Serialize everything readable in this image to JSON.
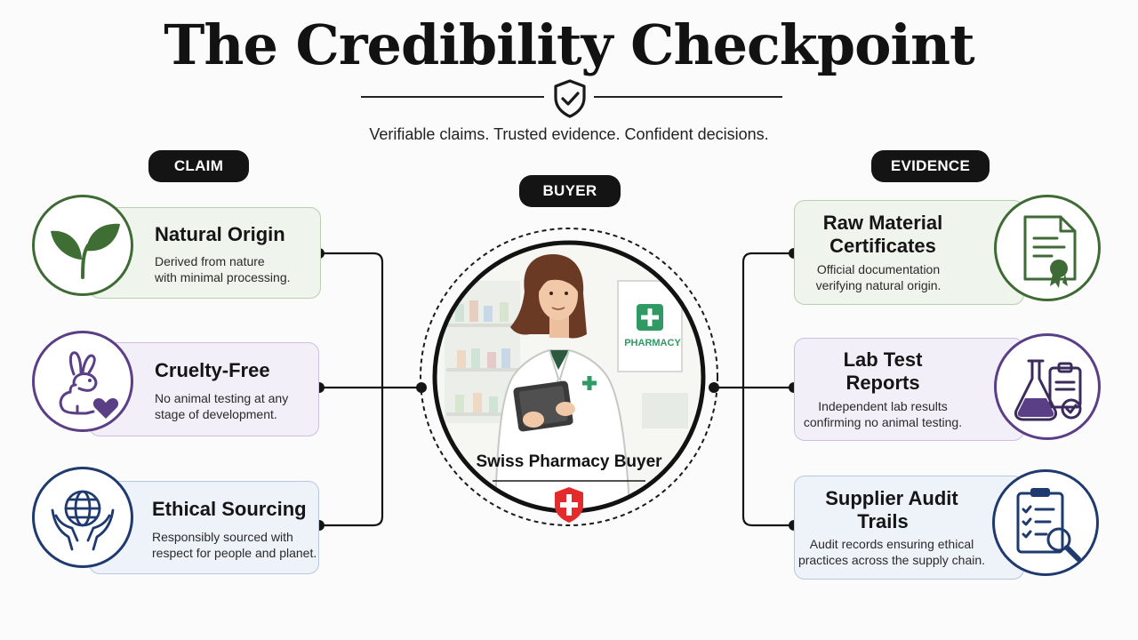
{
  "header": {
    "title": "The Credibility Checkpoint",
    "subtitle": "Verifiable claims. Trusted evidence. Confident decisions."
  },
  "labels": {
    "claim": "CLAIM",
    "buyer": "BUYER",
    "evidence": "EVIDENCE"
  },
  "claims": [
    {
      "title": "Natural Origin",
      "desc1": "Derived from nature",
      "desc2": "with minimal processing.",
      "icon": "leaf-icon",
      "color": "#3e6b35"
    },
    {
      "title": "Cruelty-Free",
      "desc1": "No animal testing at any",
      "desc2": "stage of development.",
      "icon": "rabbit-heart-icon",
      "color": "#5b3f86"
    },
    {
      "title": "Ethical Sourcing",
      "desc1": "Responsibly sourced with",
      "desc2": "respect for people and planet.",
      "icon": "globe-hands-icon",
      "color": "#1e3a6e"
    }
  ],
  "buyer": {
    "name": "Swiss Pharmacy Buyer",
    "sign": "PHARMACY",
    "icon": "pharmacist-icon",
    "flag": "swiss-shield-icon"
  },
  "evidence": [
    {
      "title1": "Raw Material",
      "title2": "Certificates",
      "desc1": "Official documentation",
      "desc2": "verifying natural origin.",
      "icon": "certificate-icon",
      "color": "#3e6b35"
    },
    {
      "title1": "Lab Test",
      "title2": "Reports",
      "desc1": "Independent lab results",
      "desc2": "confirming no animal testing.",
      "icon": "lab-flask-icon",
      "color": "#5b3f86"
    },
    {
      "title1": "Supplier Audit",
      "title2": "Trails",
      "desc1": "Audit records ensuring ethical",
      "desc2": "practices across the supply chain.",
      "icon": "audit-clipboard-icon",
      "color": "#1e3a6e"
    }
  ]
}
